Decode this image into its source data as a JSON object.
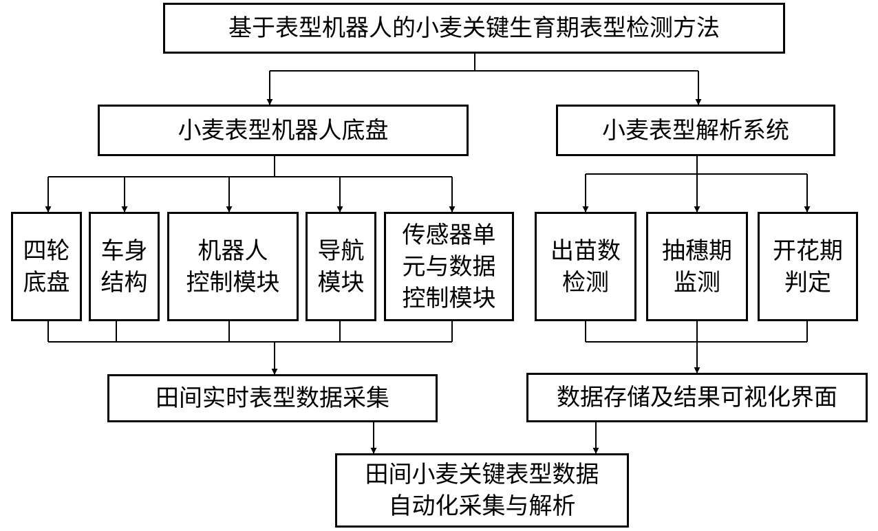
{
  "diagram": {
    "title": "基于表型机器人的小麦关键生育期表型检测方法",
    "left_branch": {
      "title": "小麦表型机器人底盘",
      "modules": [
        "四轮\n底盘",
        "车身\n结构",
        "机器人\n控制模块",
        "导航\n模块",
        "传感器单\n元与数据\n控制模块"
      ],
      "output": "田间实时表型数据采集"
    },
    "right_branch": {
      "title": "小麦表型解析系统",
      "modules": [
        "出苗数\n检测",
        "抽穗期\n监测",
        "开花期\n判定"
      ],
      "output": "数据存储及结果可视化界面"
    },
    "final": "田间小麦关键表型数据\n自动化采集与解析"
  }
}
